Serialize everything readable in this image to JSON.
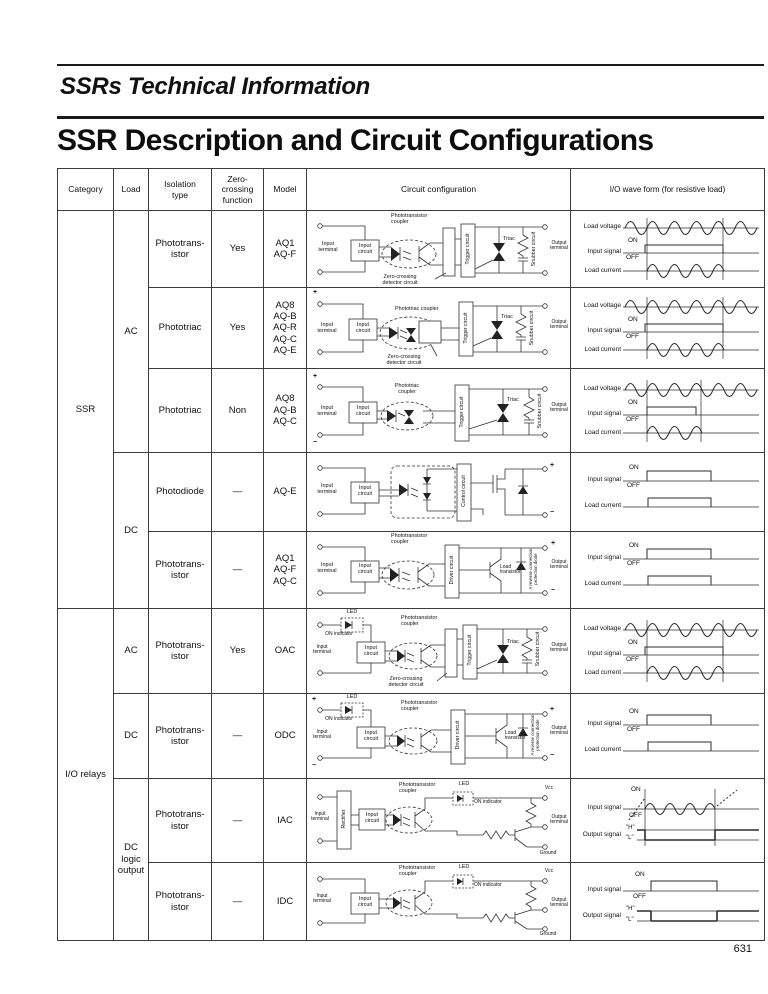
{
  "header": {
    "subtitle": "SSRs Technical Information",
    "title": "SSR Description and Circuit Configurations",
    "page_number": "631"
  },
  "table": {
    "columns": {
      "category": "Category",
      "load": "Load",
      "isolation": "Isolation\ntype",
      "zero": "Zero-\ncrossing\nfunction",
      "model": "Model",
      "circuit": "Circuit configuration",
      "waveform": "I/O wave form (for resistive load)"
    },
    "categories": {
      "ssr": "SSR",
      "io_relays": "I/O relays"
    },
    "loads": {
      "ac1": "AC",
      "dc1": "DC",
      "ac2": "AC",
      "dc2": "DC",
      "dc_logic": "DC\nlogic\noutput"
    },
    "rows": [
      {
        "isolation": "Phototrans-\nistor",
        "zero": "Yes",
        "models": "AQ1\nAQ-F"
      },
      {
        "isolation": "Phototriac",
        "zero": "Yes",
        "models": "AQ8\nAQ-B\nAQ-R\nAQ-C\nAQ-E"
      },
      {
        "isolation": "Phototriac",
        "zero": "Non",
        "models": "AQ8\nAQ-B\nAQ-C"
      },
      {
        "isolation": "Photodiode",
        "zero": "—",
        "models": "AQ-E"
      },
      {
        "isolation": "Phototrans-\nistor",
        "zero": "—",
        "models": "AQ1\nAQ-F\nAQ-C"
      },
      {
        "isolation": "Phototrans-\nistor",
        "zero": "Yes",
        "models": "OAC"
      },
      {
        "isolation": "Phototrans-\nistor",
        "zero": "—",
        "models": "ODC"
      },
      {
        "isolation": "Phototrans-\nistor",
        "zero": "—",
        "models": "IAC"
      },
      {
        "isolation": "Phototrans-\nistor",
        "zero": "—",
        "models": "IDC"
      }
    ]
  },
  "circuit": {
    "input_terminal": "Input\nterminal",
    "input_circuit": "Input\ncircuit",
    "pt_coupler": "Phototransistor\ncoupler",
    "ptr_coupler": "Phototriac coupler",
    "ptr_coupler2": "Phototriac\ncoupler",
    "zc": "Zero-crossing\ndetector circuit",
    "trigger": "Trigger circuit",
    "triac": "Triac",
    "snubber": "Snubber circuit",
    "output_terminal": "Output\nterminal",
    "control": "Control circuit",
    "driver": "Driver circuit",
    "load_transistor": "Load\ntransistor",
    "protection_diode": "A reverse connection\nprotection diode",
    "led": "LED",
    "on_indicator": "ON indicator",
    "rectifier": "Rectifier",
    "vcc": "Vcc",
    "ground": "Ground",
    "plus": "+",
    "minus": "−"
  },
  "waveform": {
    "load_voltage": "Load voltage",
    "input_signal": "Input signal",
    "load_current": "Load current",
    "output_signal": "Output signal",
    "on": "ON",
    "off": "OFF",
    "h": "\"H\"",
    "l": "\"L\""
  }
}
